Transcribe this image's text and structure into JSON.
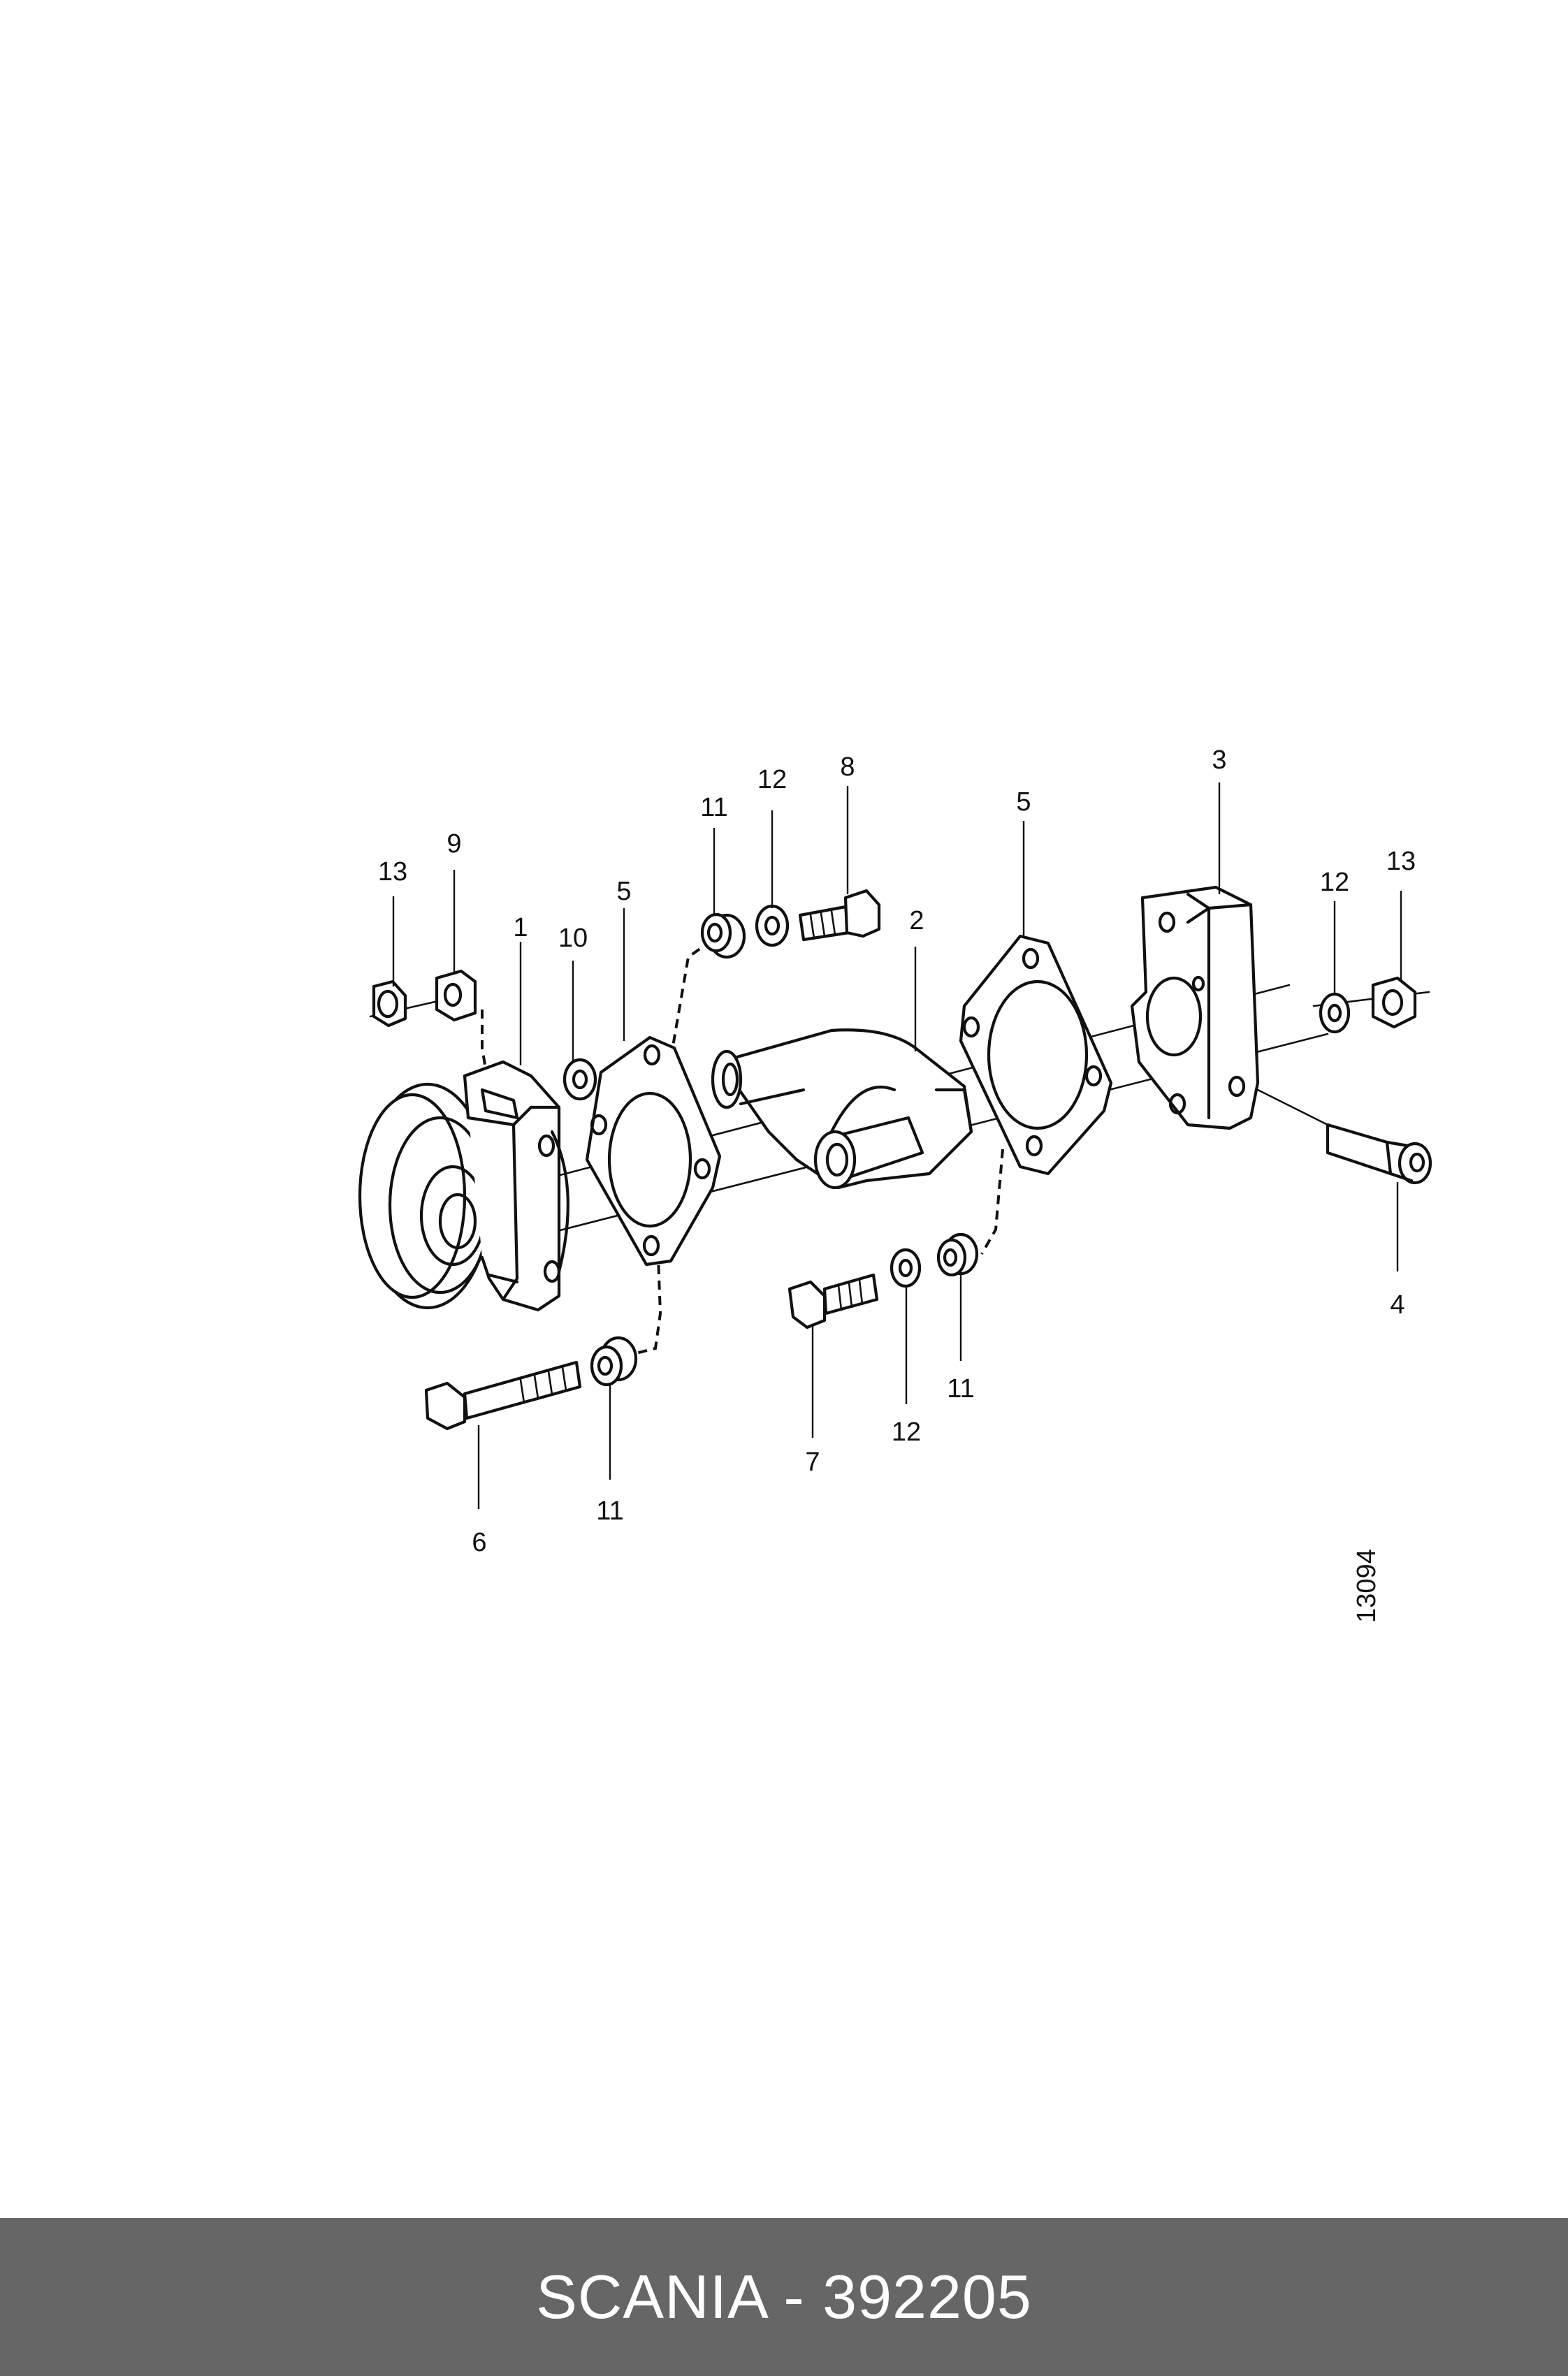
{
  "footer": {
    "text": "SCANIA - 392205"
  },
  "drawing_number": "13094",
  "callouts": {
    "c1": "1",
    "c2": "2",
    "c3": "3",
    "c4": "4",
    "c5a": "5",
    "c5b": "5",
    "c6": "6",
    "c7": "7",
    "c8": "8",
    "c9": "9",
    "c10": "10",
    "c11a": "11",
    "c11b": "11",
    "c11c": "11",
    "c12a": "12",
    "c12b": "12",
    "c12c": "12",
    "c13a": "13",
    "c13b": "13"
  },
  "colors": {
    "footer_bg": "#666666",
    "footer_text": "#ffffff",
    "line": "#111111"
  }
}
